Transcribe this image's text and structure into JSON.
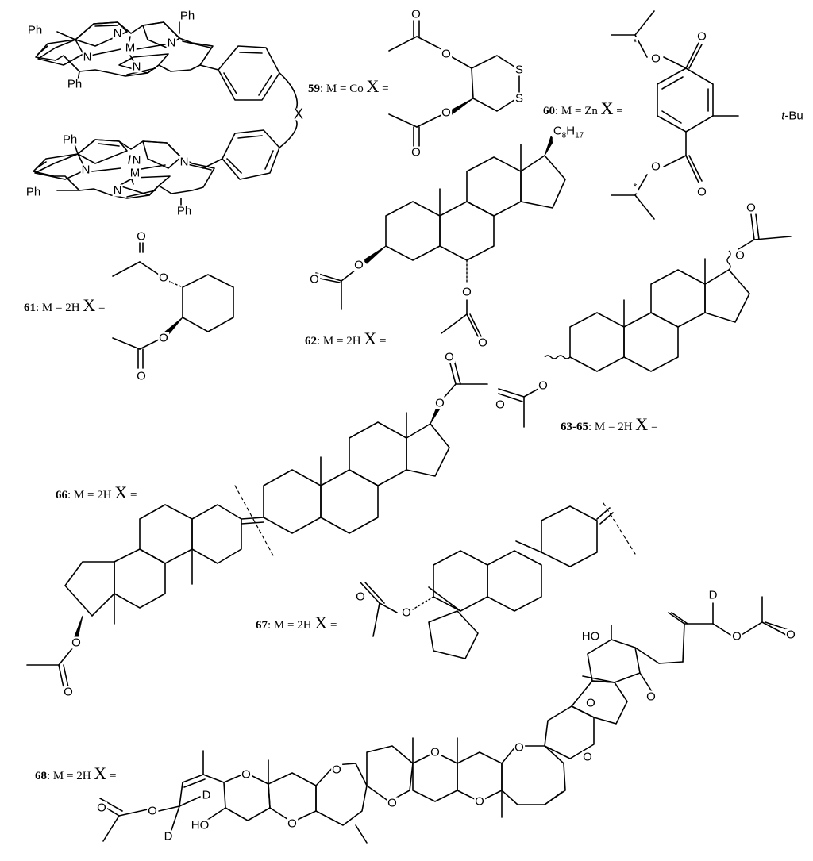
{
  "atoms": {
    "ph": "Ph",
    "n": "N",
    "m": "M",
    "x": "X",
    "o": "O",
    "s": "S",
    "ho": "HO",
    "d": "D",
    "star": "*",
    "tbu_prefix": "t",
    "tbu_suffix": "-Bu",
    "c8_c": "C",
    "c8_h": "H",
    "c8_sub1": "8",
    "c8_sub2": "17"
  },
  "compounds": [
    {
      "num": "59",
      "text": ": M = Co",
      "x": "X",
      "eq": "="
    },
    {
      "num": "60",
      "text": ": M = Zn",
      "x": "X",
      "eq": "="
    },
    {
      "num": "61",
      "text": ": M = 2H",
      "x": "X",
      "eq": "="
    },
    {
      "num": "62",
      "text": ": M = 2H",
      "x": "X",
      "eq": "="
    },
    {
      "num": "63-65",
      "text": ": M = 2H",
      "x": "X",
      "eq": "="
    },
    {
      "num": "66",
      "text": ": M = 2H",
      "x": "X",
      "eq": "="
    },
    {
      "num": "67",
      "text": ": M = 2H",
      "x": "X",
      "eq": "="
    },
    {
      "num": "68",
      "text": ": M = 2H",
      "x": "X",
      "eq": "="
    }
  ]
}
